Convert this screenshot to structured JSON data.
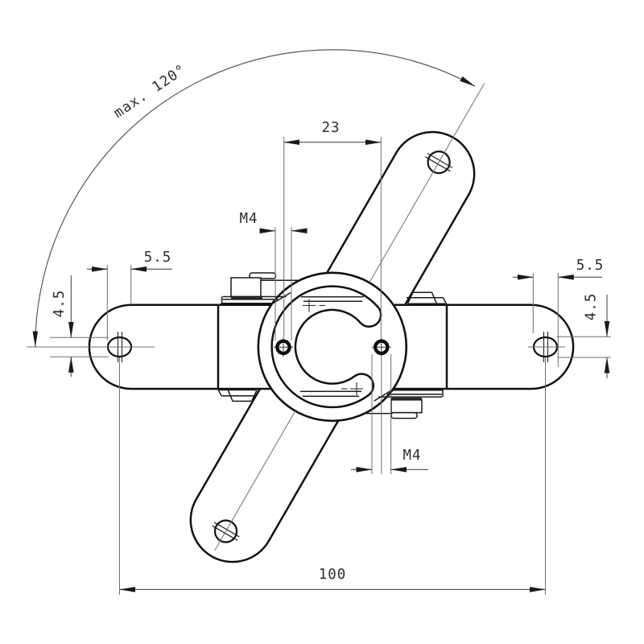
{
  "drawing": {
    "title": "servo arm clamp technical drawing",
    "labels": {
      "max_angle": "max. 120°",
      "hole_spacing": "23",
      "thread_top": "M4",
      "thread_bottom": "M4",
      "slot_width_left": "5.5",
      "slot_width_right": "5.5",
      "slot_height_left": "4.5",
      "slot_height_right": "4.5",
      "overall_length": "100"
    },
    "colors": {
      "outline": "#111111",
      "dimension_line": "#4a4a4a",
      "extension_line": "#6f6f6f",
      "text": "#2e2e2e",
      "background": "#ffffff"
    }
  }
}
